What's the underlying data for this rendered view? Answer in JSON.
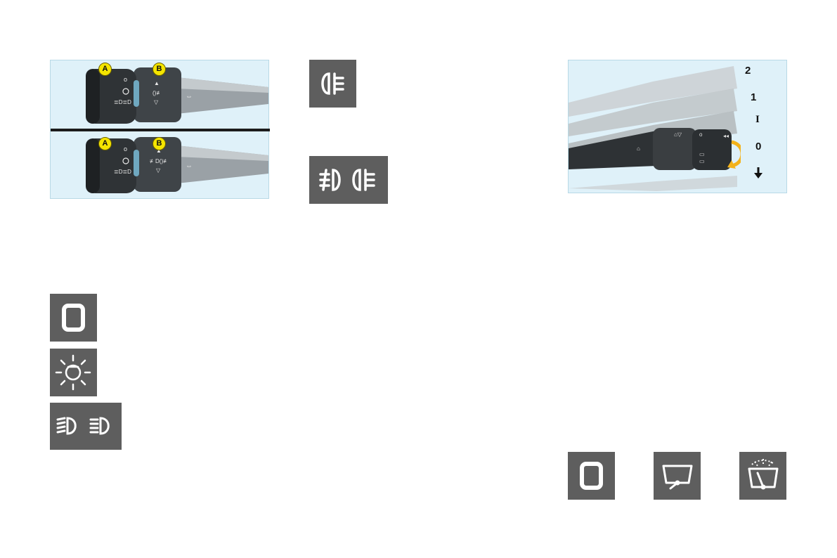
{
  "lighting_stalk": {
    "callout_a": "A",
    "callout_b": "B",
    "stalk_position_off": "0"
  },
  "wiper_stalk": {
    "positions": [
      "2",
      "1",
      "I",
      "0"
    ]
  },
  "symbols": {
    "off_mode": "0",
    "wiper_off": "0"
  },
  "icons": [
    "rear-fog-lamp-icon",
    "front-and-rear-fog-lamps-icon",
    "off-icon",
    "sidelamps-icon",
    "dipped-and-main-beam-icon",
    "wiper-off-icon",
    "single-wipe-icon",
    "wash-wipe-icon"
  ],
  "colors": {
    "panel_background": "#dff1f9",
    "symbol_tile": "#5e5e5e",
    "callout_badge": "#f5e500",
    "rotation_arrow": "#f3b21a"
  }
}
